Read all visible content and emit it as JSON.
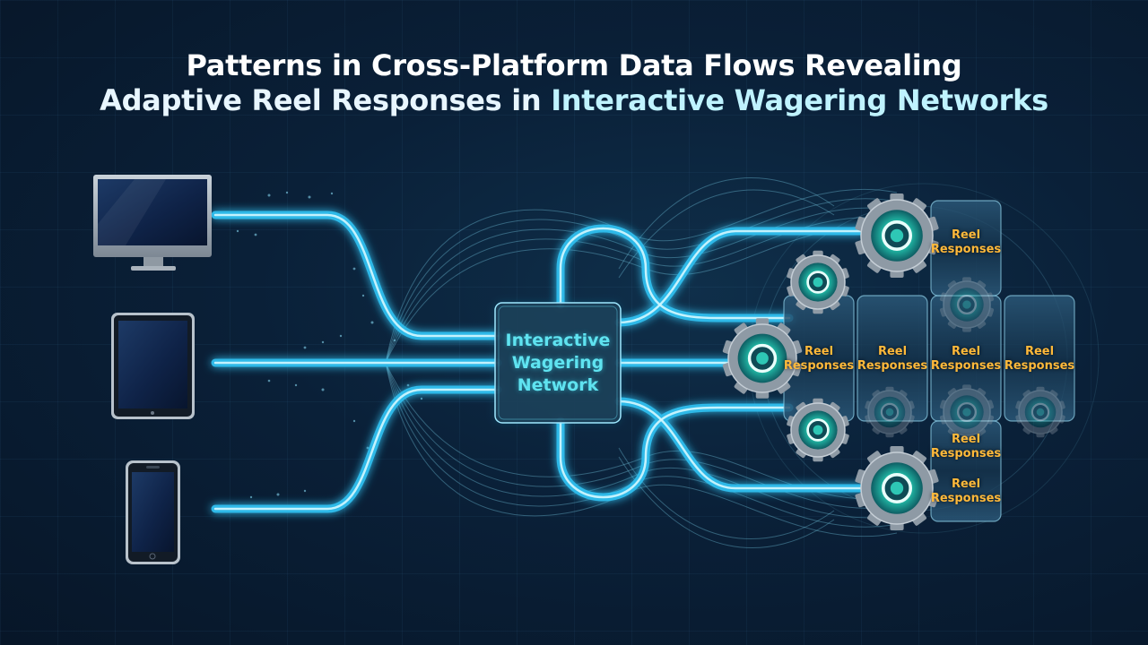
{
  "title": {
    "line1": "Patterns in Cross-Platform Data Flows Revealing",
    "line2_part1": "Adaptive Reel Responses in ",
    "line2_part2": "Interactive Wagering Networks"
  },
  "hub": {
    "line1": "Interactive",
    "line2": "Wagering",
    "line3": "Network"
  },
  "devices": [
    "desktop-monitor",
    "tablet",
    "smartphone"
  ],
  "reels": [
    {
      "line1": "Reel",
      "line2": "Responses"
    },
    {
      "line1": "Reel",
      "line2": "Responses"
    },
    {
      "line1": "Reel",
      "line2": "Responses"
    },
    {
      "line1": "Reel",
      "line2": "Responses"
    },
    {
      "line1": "Reel",
      "line2": "Responses"
    },
    {
      "line1": "Reel",
      "line2": "Responses"
    },
    {
      "line1": "Reel",
      "line2": "Responses"
    }
  ],
  "colors": {
    "flow": "#39c8ee",
    "flow_core": "#d4f8ff",
    "hub_text": "#5fe3f0",
    "reel_text": "#ffb93a",
    "gear": "#8e9aa5",
    "gear_core": "#2ec7b5"
  }
}
